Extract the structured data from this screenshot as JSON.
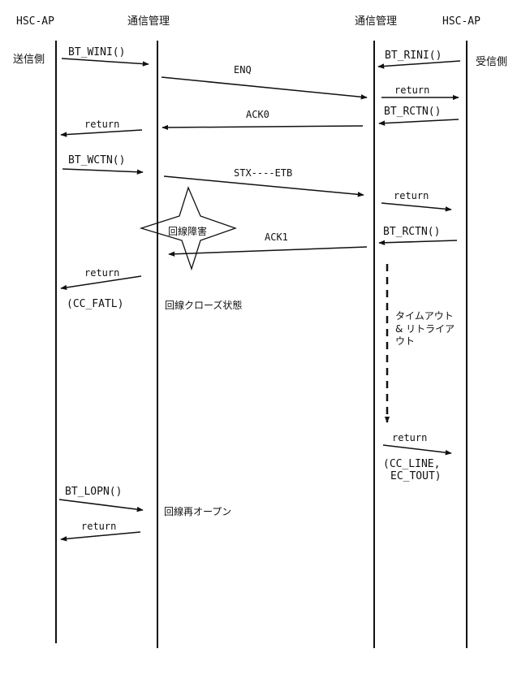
{
  "headers": {
    "left_ap": "HSC-AP",
    "left_mgmt": "通信管理",
    "right_mgmt": "通信管理",
    "right_ap": "HSC-AP"
  },
  "side_labels": {
    "sender": "送信側",
    "receiver": "受信側"
  },
  "messages": {
    "bt_wini": "BT_WINI()",
    "bt_rini": "BT_RINI()",
    "enq": "ENQ",
    "return_rini": "return",
    "bt_rctn_1": "BT_RCTN()",
    "ack0": "ACK0",
    "return_wini": "return",
    "bt_wctn": "BT_WCTN()",
    "stx_etb": "STX----ETB",
    "return_rctn": "return",
    "bt_rctn_2": "BT_RCTN()",
    "ack1": "ACK1",
    "return_wctn": "return",
    "cc_fatl": "(CC_FATL)",
    "return_timeout": "return",
    "cc_line": "(CC_LINE,",
    "ec_tout": "EC_TOUT)",
    "bt_lopn": "BT_LOPN()",
    "return_lopn": "return"
  },
  "notes": {
    "line_failure": "回線障害",
    "line_closed": "回線クローズ状態",
    "timeout_1": "タイムアウト",
    "timeout_2": "& リトライア",
    "timeout_3": "ウト",
    "line_reopen": "回線再オープン"
  }
}
